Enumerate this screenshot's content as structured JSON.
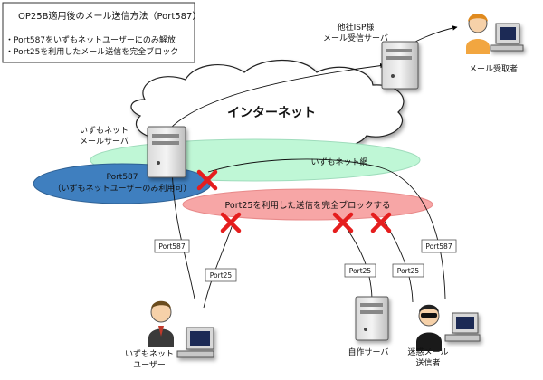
{
  "infobox": {
    "title": "OP25B適用後のメール送信方法（Port587）",
    "bullet1": "・Port587をいずもネットユーザーにのみ解放",
    "bullet2": "・Port25を利用したメール送信を完全ブロック"
  },
  "labels": {
    "other_isp_line1": "他社ISP様",
    "other_isp_line2": "メール受信サーバ",
    "recipient": "メール受取者",
    "internet": "インターネット",
    "izumo_server_line1": "いずもネット",
    "izumo_server_line2": "メールサーバ",
    "izumo_net": "いずもネット網",
    "port587_zone_line1": "Port587",
    "port587_zone_line2": "（いずもネットユーザーのみ利用可）",
    "block_zone": "Port25を利用した送信を完全ブロックする",
    "user_line1": "いずもネット",
    "user_line2": "ユーザー",
    "self_server": "自作サーバ",
    "spammer_line1": "迷惑メール",
    "spammer_line2": "送信者"
  },
  "port_tags": {
    "user_587": "Port587",
    "user_25": "Port25",
    "self_25": "Port25",
    "spam_25": "Port25",
    "spam_587": "Port587"
  },
  "colors": {
    "cloud": "#ffffff",
    "izumo_net": "#bff7d6",
    "port587_zone": "#3f7fbf",
    "block_zone": "#f7a6a6",
    "cross": "#e51e1e"
  }
}
